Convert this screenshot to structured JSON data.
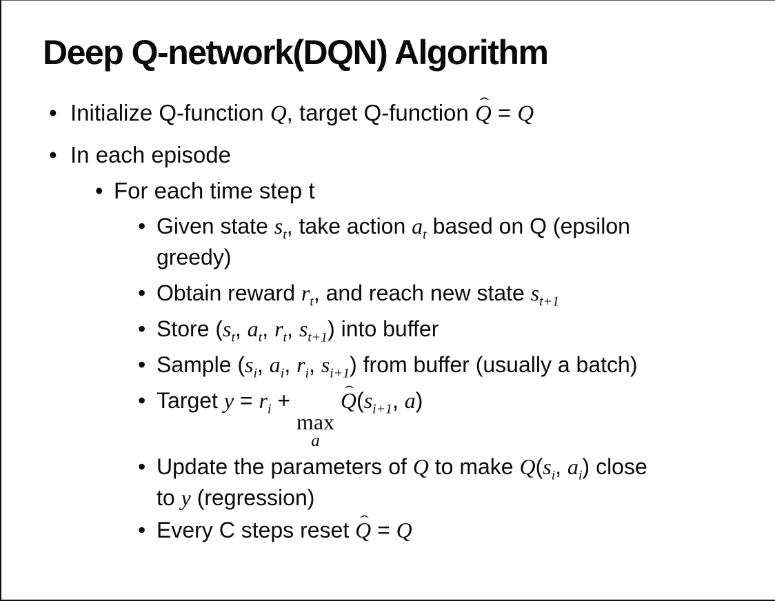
{
  "colors": {
    "background": "#ffffff",
    "text": "#0b0b0b",
    "frame_edge": "#121212"
  },
  "glyphs": {
    "bullet": "•",
    "hat": "ˆ"
  },
  "slide": {
    "title": "Deep Q-network(DQN) Algorithm",
    "bullets": [
      {
        "level": 1,
        "segments": [
          {
            "t": "t",
            "v": "Initialize Q-function "
          },
          {
            "t": "i",
            "v": "Q"
          },
          {
            "t": "t",
            "v": ", target Q-function "
          },
          {
            "t": "hat",
            "v": "Q"
          },
          {
            "t": "t",
            "v": " = "
          },
          {
            "t": "i",
            "v": "Q"
          }
        ]
      },
      {
        "level": 1,
        "segments": [
          {
            "t": "t",
            "v": "In each episode"
          }
        ]
      },
      {
        "level": 2,
        "segments": [
          {
            "t": "t",
            "v": "For each time step t"
          }
        ]
      },
      {
        "level": 3,
        "segments": [
          {
            "t": "t",
            "v": "Given state "
          },
          {
            "t": "i",
            "v": "s"
          },
          {
            "t": "sub",
            "v": "t"
          },
          {
            "t": "t",
            "v": ", take action "
          },
          {
            "t": "i",
            "v": "a"
          },
          {
            "t": "sub",
            "v": "t"
          },
          {
            "t": "t",
            "v": " based on Q (epsilon"
          },
          {
            "t": "br"
          },
          {
            "t": "t",
            "v": "greedy)"
          }
        ]
      },
      {
        "level": 3,
        "segments": [
          {
            "t": "t",
            "v": "Obtain reward "
          },
          {
            "t": "i",
            "v": "r"
          },
          {
            "t": "sub",
            "v": "t"
          },
          {
            "t": "t",
            "v": ", and reach new state "
          },
          {
            "t": "i",
            "v": "s"
          },
          {
            "t": "sub",
            "v": "t+1"
          }
        ]
      },
      {
        "level": 3,
        "segments": [
          {
            "t": "t",
            "v": "Store ("
          },
          {
            "t": "i",
            "v": "s"
          },
          {
            "t": "sub",
            "v": "t"
          },
          {
            "t": "t",
            "v": ", "
          },
          {
            "t": "i",
            "v": "a"
          },
          {
            "t": "sub",
            "v": "t"
          },
          {
            "t": "t",
            "v": ", "
          },
          {
            "t": "i",
            "v": "r"
          },
          {
            "t": "sub",
            "v": "t"
          },
          {
            "t": "t",
            "v": ", "
          },
          {
            "t": "i",
            "v": "s"
          },
          {
            "t": "sub",
            "v": "t+1"
          },
          {
            "t": "t",
            "v": ") into buffer"
          }
        ]
      },
      {
        "level": 3,
        "segments": [
          {
            "t": "t",
            "v": "Sample ("
          },
          {
            "t": "i",
            "v": "s"
          },
          {
            "t": "sub",
            "v": "i"
          },
          {
            "t": "t",
            "v": ", "
          },
          {
            "t": "i",
            "v": "a"
          },
          {
            "t": "sub",
            "v": "i"
          },
          {
            "t": "t",
            "v": ", "
          },
          {
            "t": "i",
            "v": "r"
          },
          {
            "t": "sub",
            "v": "i"
          },
          {
            "t": "t",
            "v": ", "
          },
          {
            "t": "i",
            "v": "s"
          },
          {
            "t": "sub",
            "v": "i+1"
          },
          {
            "t": "t",
            "v": ") from buffer (usually a batch)"
          }
        ]
      },
      {
        "level": 3,
        "extra": "b8",
        "segments": [
          {
            "t": "t",
            "v": "Target "
          },
          {
            "t": "i",
            "v": "y"
          },
          {
            "t": "t",
            "v": " = "
          },
          {
            "t": "i",
            "v": "r"
          },
          {
            "t": "sub",
            "v": "i"
          },
          {
            "t": "t",
            "v": " + "
          },
          {
            "t": "max",
            "top": "max",
            "bottom": "a"
          },
          {
            "t": "t",
            "v": " "
          },
          {
            "t": "hat",
            "v": "Q"
          },
          {
            "t": "t",
            "v": "("
          },
          {
            "t": "i",
            "v": "s"
          },
          {
            "t": "sub",
            "v": "i+1"
          },
          {
            "t": "t",
            "v": ", "
          },
          {
            "t": "i",
            "v": "a"
          },
          {
            "t": "t",
            "v": ")"
          }
        ]
      },
      {
        "level": 3,
        "extra": "b9",
        "segments": [
          {
            "t": "t",
            "v": "Update the parameters of "
          },
          {
            "t": "i",
            "v": "Q"
          },
          {
            "t": "t",
            "v": " to make "
          },
          {
            "t": "i",
            "v": "Q"
          },
          {
            "t": "t",
            "v": "("
          },
          {
            "t": "i",
            "v": "s"
          },
          {
            "t": "sub",
            "v": "i"
          },
          {
            "t": "t",
            "v": ", "
          },
          {
            "t": "i",
            "v": "a"
          },
          {
            "t": "sub",
            "v": "i"
          },
          {
            "t": "t",
            "v": ") close"
          },
          {
            "t": "br"
          },
          {
            "t": "t",
            "v": "to "
          },
          {
            "t": "i",
            "v": "y"
          },
          {
            "t": "t",
            "v": " (regression)"
          }
        ]
      },
      {
        "level": 3,
        "extra": "b10",
        "segments": [
          {
            "t": "t",
            "v": "Every C steps reset "
          },
          {
            "t": "hat",
            "v": "Q"
          },
          {
            "t": "t",
            "v": " = "
          },
          {
            "t": "i",
            "v": "Q"
          }
        ]
      }
    ]
  }
}
